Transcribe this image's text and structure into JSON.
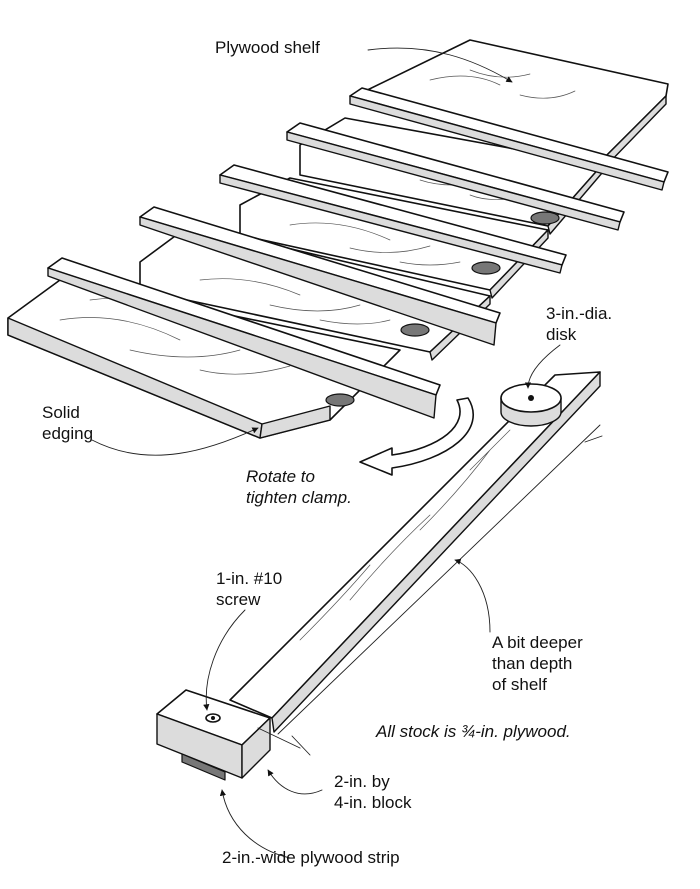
{
  "labels": {
    "plywood_shelf": "Plywood shelf",
    "disk": "3-in.-dia.\ndisk",
    "solid_edging": "Solid\nedging",
    "rotate": "Rotate to\ntighten clamp.",
    "screw": "1-in. #10\nscrew",
    "depth": "A bit deeper\nthan depth\nof shelf",
    "stock": "All stock is ¾-in. plywood.",
    "block": "2-in. by\n4-in. block",
    "strip": "2-in.-wide plywood strip"
  }
}
